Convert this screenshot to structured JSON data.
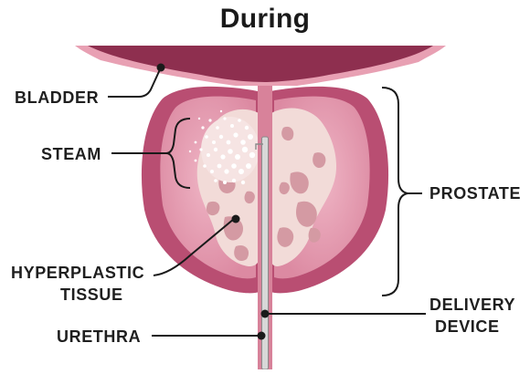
{
  "title": "During",
  "labels": {
    "bladder": "BLADDER",
    "steam": "STEAM",
    "hyperplastic_line1": "HYPERPLASTIC",
    "hyperplastic_line2": "TISSUE",
    "urethra": "URETHRA",
    "prostate": "PROSTATE",
    "delivery_line1": "DELIVERY",
    "delivery_line2": "DEVICE"
  },
  "colors": {
    "bladder": "#8e2f4f",
    "bladder_rim": "#e592a6",
    "prostate_outer": "#b94e72",
    "prostate_inner": "#e9a3b8",
    "tissue": "#f2dbd8",
    "tissue_spots": "#d49aa3",
    "leader": "#1a1a1a"
  }
}
